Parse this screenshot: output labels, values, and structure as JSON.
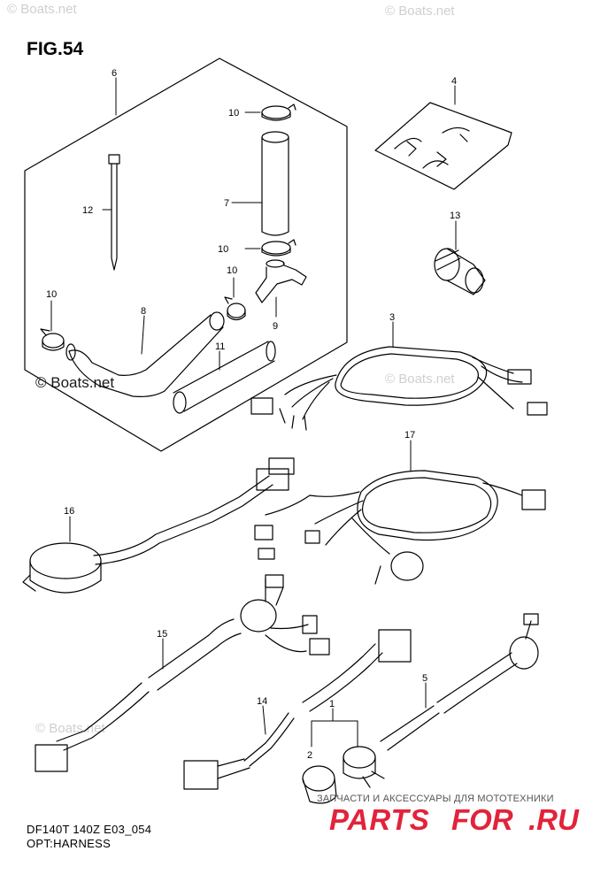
{
  "figure": {
    "title": "FIG.54"
  },
  "watermarks": {
    "site": "© Boats.net"
  },
  "footer": {
    "model_line": "DF140T 140Z E03_054",
    "section": "OPT:HARNESS"
  },
  "promo": {
    "tagline": "ЗАПЧАСТИ И АКСЕССУАРЫ ДЛЯ МОТОТЕХНИКИ",
    "brand_part1": "PARTS",
    "brand_part2": "FOR",
    "brand_part3": ".RU",
    "brand_color": "#e2233a"
  },
  "callouts": [
    "6",
    "10",
    "12",
    "7",
    "10",
    "10",
    "10",
    "8",
    "9",
    "11",
    "4",
    "13",
    "3",
    "17",
    "16",
    "15",
    "14",
    "1",
    "2",
    "5"
  ]
}
